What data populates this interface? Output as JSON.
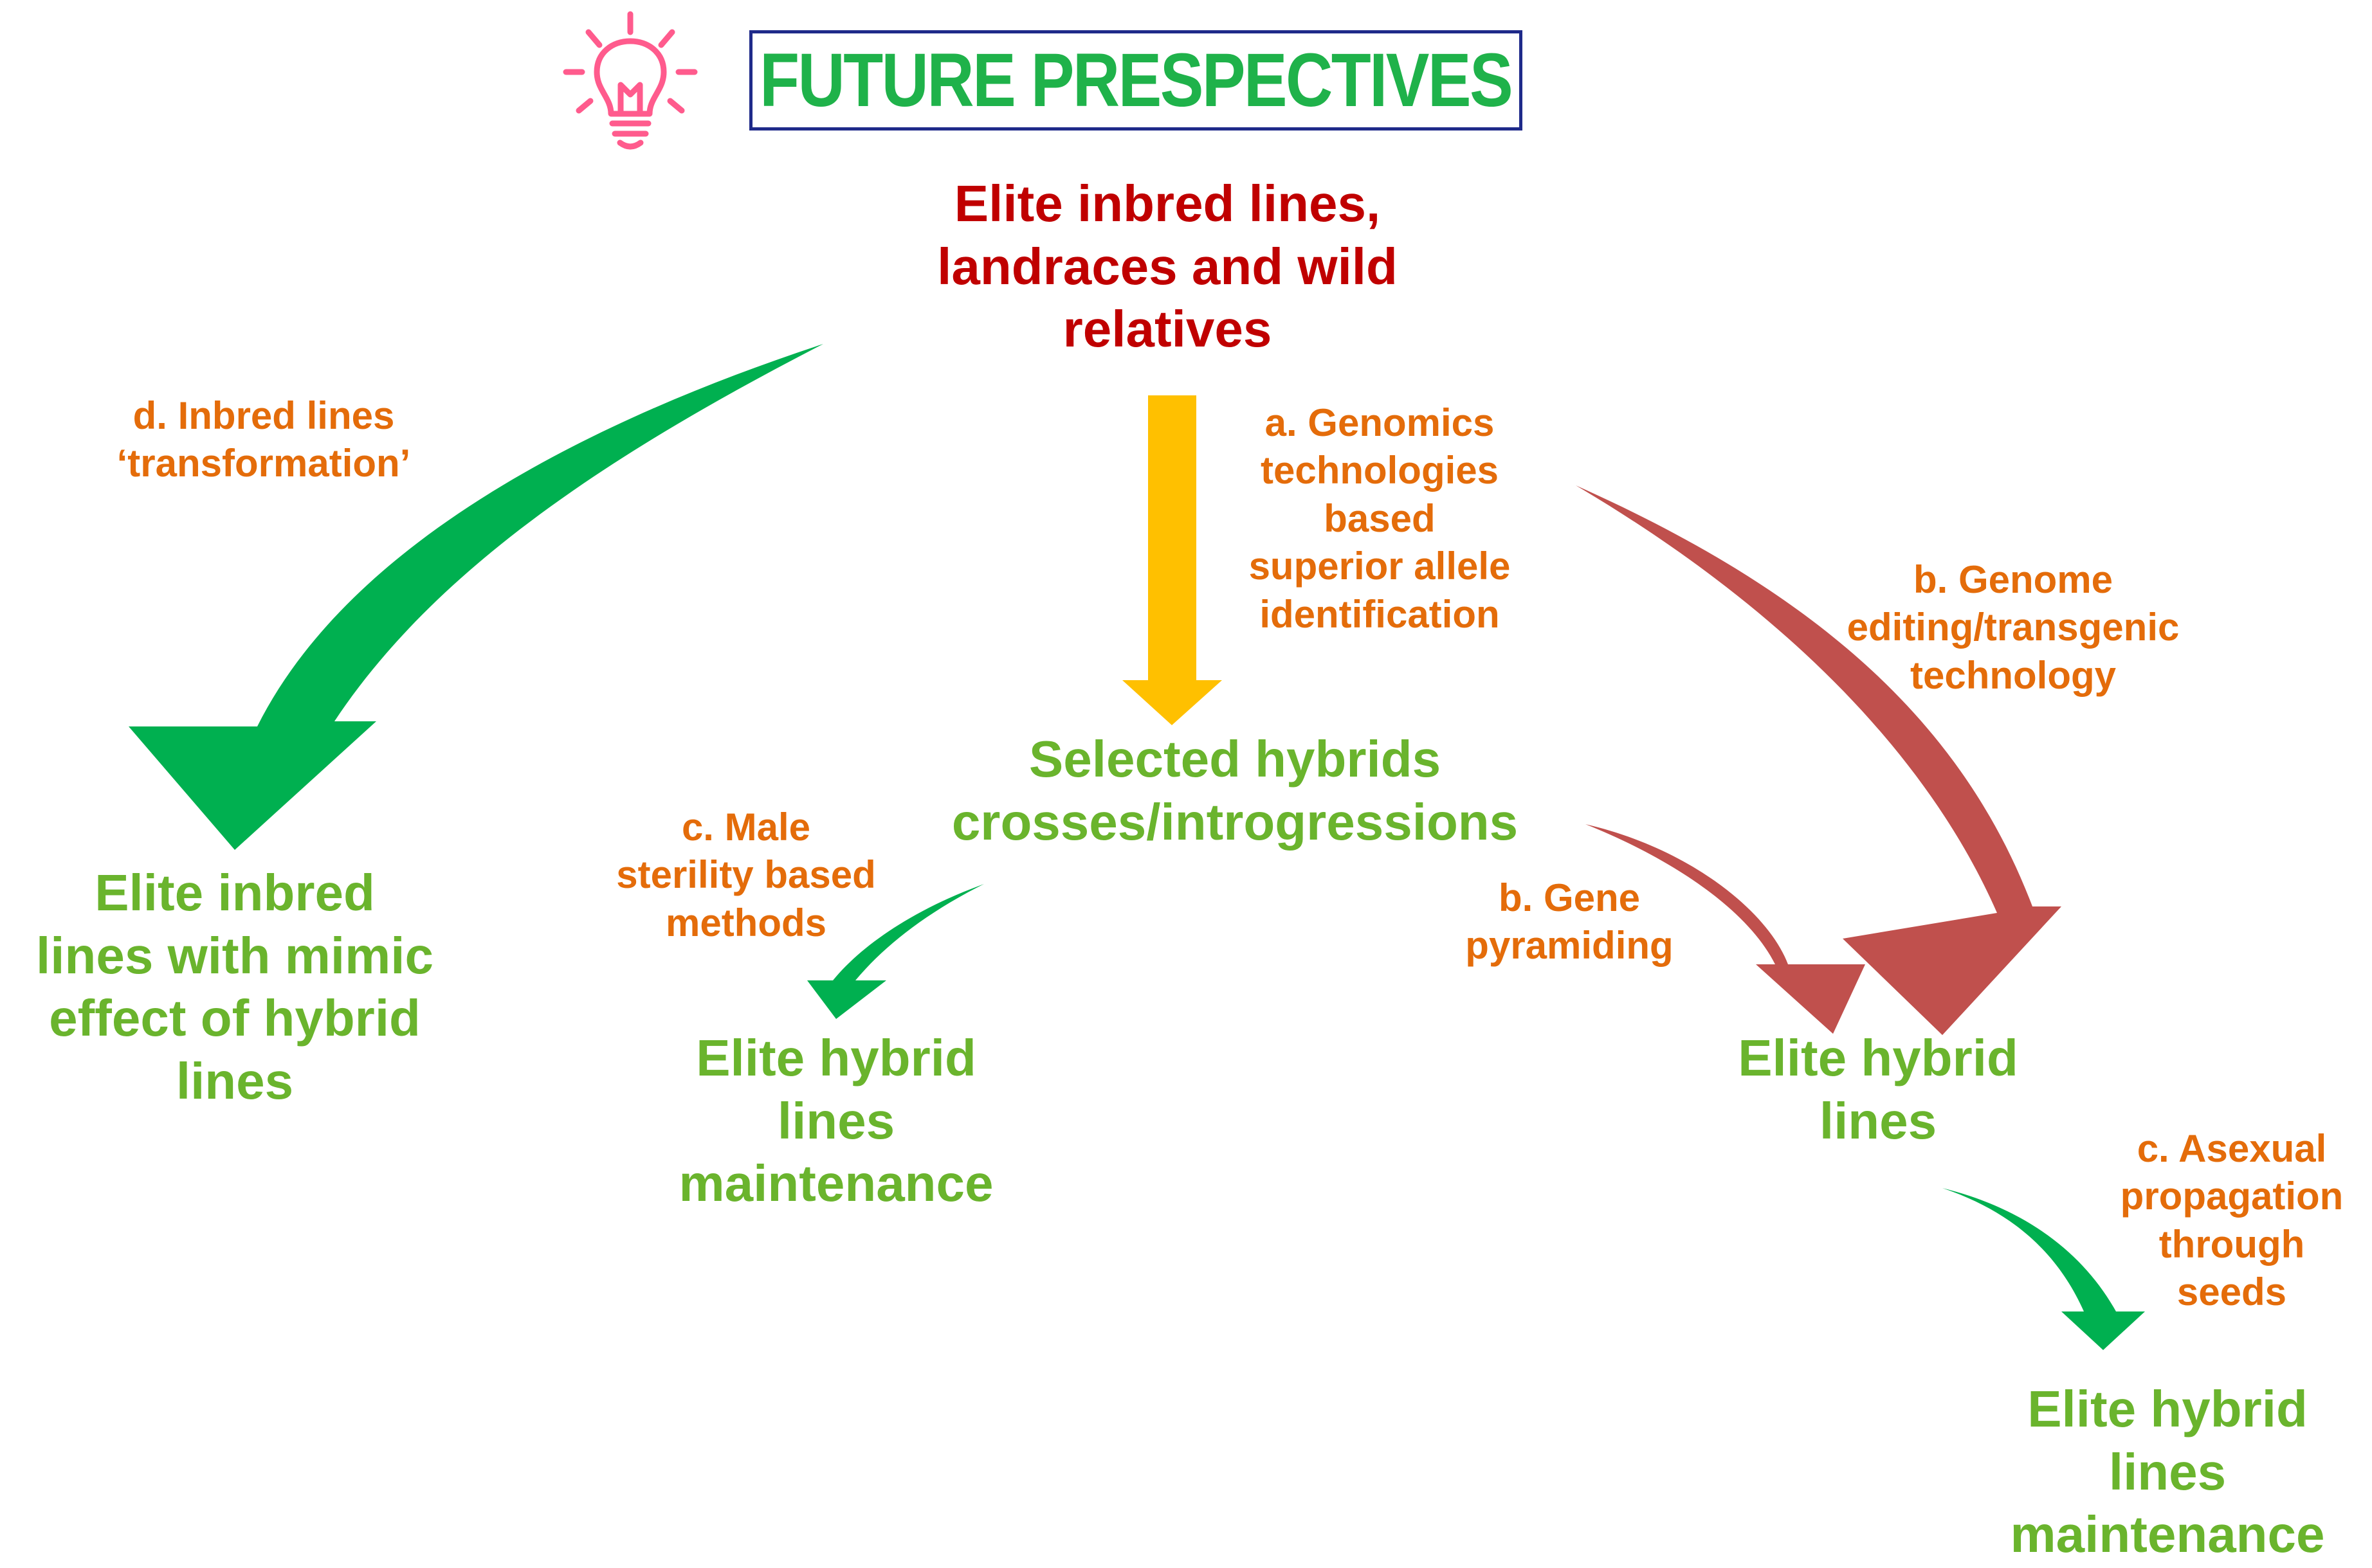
{
  "title": "FUTURE PRESPECTIVES",
  "icons": {
    "bulb": "lightbulb-icon"
  },
  "colors": {
    "title_text": "#1fb24a",
    "title_border": "#1f2a8a",
    "source_text": "#c00000",
    "node_text": "#6ab42d",
    "label_text": "#e46c0a",
    "arrow_green": "#00b050",
    "arrow_yellow": "#ffc000",
    "arrow_red": "#c0504d",
    "bulb": "#ff5b8d"
  },
  "nodes": {
    "source": "Elite inbred lines,\nlandraces and wild\nrelatives",
    "selected_hybrids": "Selected hybrids\ncrosses/introgressions",
    "elite_inbred_mimic": "Elite inbred\nlines with mimic\neffect of hybrid\nlines",
    "hybrid_maintenance_left": "Elite hybrid\nlines\nmaintenance",
    "elite_hybrid_lines": "Elite hybrid\nlines",
    "hybrid_maintenance_right": "Elite hybrid\nlines\nmaintenance"
  },
  "labels": {
    "a_genomics": "a. Genomics\ntechnologies\nbased\nsuperior allele\nidentification",
    "b_genome_editing": "b. Genome\nediting/transgenic\ntechnology",
    "b_gene_pyramiding": "b. Gene\npyramiding",
    "c_male_sterility": "c. Male\nsterility based\nmethods",
    "c_asexual": "c. Asexual\npropagation\nthrough\nseeds",
    "d_transformation": "d. Inbred lines\n‘transformation’"
  }
}
